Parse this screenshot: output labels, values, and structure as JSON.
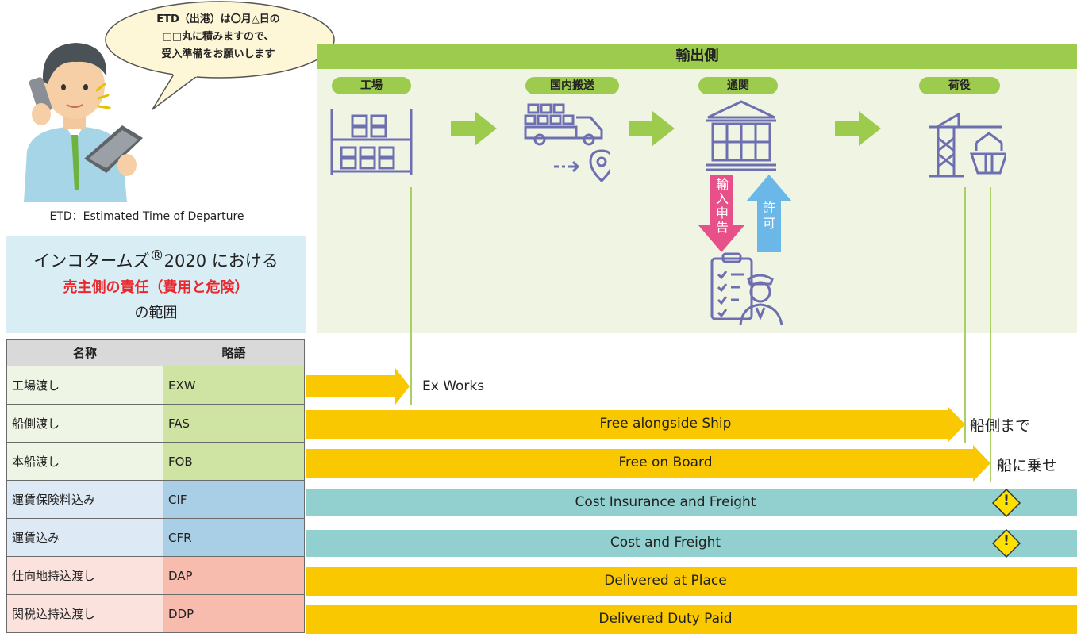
{
  "speech_bubble": {
    "line1": "ETD（出港）は〇月△日の",
    "line2": "□□丸に積みますので、",
    "line3": "受入準備をお願いします"
  },
  "etd_note": "ETD：Estimated Time of Departure",
  "incoterms_box": {
    "line1_prefix": "インコタームズ",
    "registered_mark": "®",
    "line1_suffix": "2020 における",
    "line2": "売主側の責任（費用と危険）",
    "line3": "の範囲",
    "highlight_color": "#e8282d"
  },
  "export_panel": {
    "header": "輸出側",
    "stages": [
      "工場",
      "国内搬送",
      "通関",
      "荷役"
    ],
    "customs": {
      "declaration_label": "輸入申告",
      "permission_label": "許可",
      "declaration_color": "#e8508a",
      "permission_color": "#6ab7e8"
    }
  },
  "table": {
    "headers": [
      "名称",
      "略語"
    ],
    "rows": [
      {
        "name": "工場渡し",
        "abbr": "EXW",
        "group": "green"
      },
      {
        "name": "船側渡し",
        "abbr": "FAS",
        "group": "green"
      },
      {
        "name": "本船渡し",
        "abbr": "FOB",
        "group": "green"
      },
      {
        "name": "運賃保険料込み",
        "abbr": "CIF",
        "group": "blue"
      },
      {
        "name": "運賃込み",
        "abbr": "CFR",
        "group": "blue"
      },
      {
        "name": "仕向地持込渡し",
        "abbr": "DAP",
        "group": "red"
      },
      {
        "name": "関税込持込渡し",
        "abbr": "DDP",
        "group": "red"
      }
    ]
  },
  "bars": [
    {
      "label": "Ex Works",
      "type": "arrow",
      "color": "#f9c800"
    },
    {
      "label": "Free alongside Ship",
      "type": "arrow",
      "color": "#f9c800",
      "end_label": "船側まで"
    },
    {
      "label": "Free on Board",
      "type": "arrow",
      "color": "#f9c800",
      "end_label": "船に乗せ"
    },
    {
      "label": "Cost Insurance and Freight",
      "type": "band",
      "color": "#92d0d0",
      "warning": "!"
    },
    {
      "label": "Cost and Freight",
      "type": "band",
      "color": "#92d0d0",
      "warning": "!"
    },
    {
      "label": "Delivered at Place",
      "type": "band",
      "color": "#f9c800"
    },
    {
      "label": "Delivered Duty Paid",
      "type": "band",
      "color": "#f9c800"
    }
  ],
  "colors": {
    "green_accent": "#9ccb4e",
    "icon_purple": "#6d6fb0",
    "flow_arrow_green": "#9ccb4e"
  }
}
